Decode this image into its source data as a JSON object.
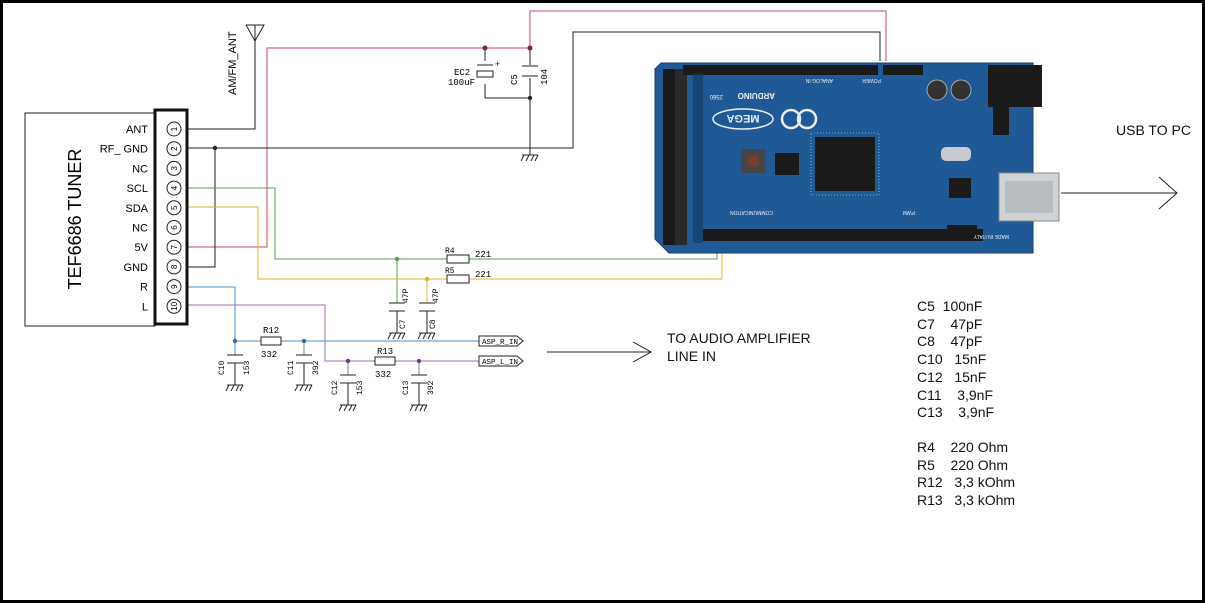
{
  "tuner": {
    "title": "TEF6686 TUNER",
    "pins": [
      {
        "num": "1",
        "label": "ANT"
      },
      {
        "num": "2",
        "label": "RF_ GND"
      },
      {
        "num": "3",
        "label": "NC"
      },
      {
        "num": "4",
        "label": "SCL"
      },
      {
        "num": "5",
        "label": "SDA"
      },
      {
        "num": "6",
        "label": "NC"
      },
      {
        "num": "7",
        "label": "5V"
      },
      {
        "num": "8",
        "label": "GND"
      },
      {
        "num": "9",
        "label": "R"
      },
      {
        "num": "10",
        "label": "L"
      }
    ]
  },
  "antenna": {
    "label": "AM/FM_ANT"
  },
  "components": {
    "ec2": {
      "ref": "EC2",
      "value": "100uF"
    },
    "c5": {
      "ref": "C5",
      "value": "104"
    },
    "r4": {
      "ref": "R4",
      "value": "221"
    },
    "r5": {
      "ref": "R5",
      "value": "221"
    },
    "c7": {
      "ref": "C7",
      "value": "47P"
    },
    "c8": {
      "ref": "C8",
      "value": "47P"
    },
    "r12": {
      "ref": "R12",
      "value": "332"
    },
    "r13": {
      "ref": "R13",
      "value": "332"
    },
    "c10": {
      "ref": "C10",
      "value": "153"
    },
    "c11": {
      "ref": "C11",
      "value": "392"
    },
    "c12": {
      "ref": "C12",
      "value": "153"
    },
    "c13": {
      "ref": "C13",
      "value": "392"
    }
  },
  "net_labels": {
    "right": "ASP_R_IN",
    "left": "ASP_L_IN"
  },
  "notes": {
    "usb": "USB TO PC",
    "audio_line1": "TO AUDIO AMPLIFIER",
    "audio_line2": "LINE IN"
  },
  "parts_list": [
    "C5  100nF",
    "C7    47pF",
    "C8    47pF",
    "C10   15nF",
    "C12   15nF",
    "C11    3,9nF",
    "C13    3,9nF",
    "",
    "R4    220 Ohm",
    "R5    220 Ohm",
    "R12   3,3 kOhm",
    "R13   3,3 kOhm"
  ],
  "arduino": {
    "brand": "ARDUINO",
    "model": "MEGA",
    "chip": "2560",
    "header_top": "ANALOG IN",
    "header_power": "POWER",
    "header_comm": "COMMUNICATION",
    "header_pwm": "PWM",
    "made_in": "MADE IN ITALY"
  },
  "colors": {
    "board": "#1f5a96",
    "wire_red": "#d0455e",
    "wire_green": "#4fa04f",
    "wire_yellow": "#d8b32a",
    "wire_blue": "#4a90c8",
    "wire_purple": "#9b6db0"
  }
}
